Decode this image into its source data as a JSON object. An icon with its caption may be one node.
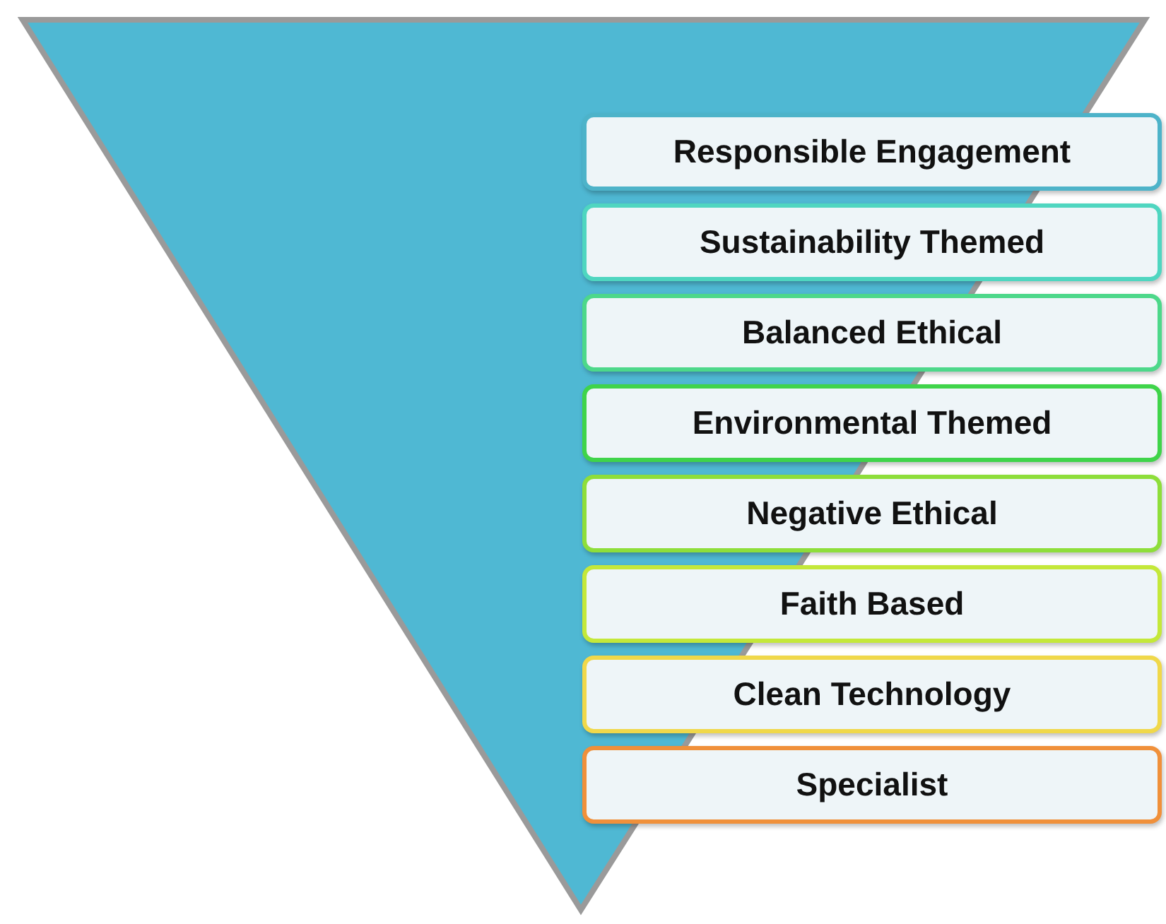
{
  "diagram": {
    "nodes": [
      {
        "text": [
          "Responsible Engagement"
        ]
      },
      {
        "text": [
          "Sustainability Themed"
        ]
      },
      {
        "text": [
          "Balanced Ethical"
        ]
      },
      {
        "text": [
          "Environmental Themed"
        ]
      },
      {
        "text": [
          "Negative Ethical"
        ]
      },
      {
        "text": [
          "Faith Based"
        ]
      },
      {
        "text": [
          "Clean Technology"
        ]
      },
      {
        "text": [
          "Specialist"
        ]
      }
    ]
  }
}
